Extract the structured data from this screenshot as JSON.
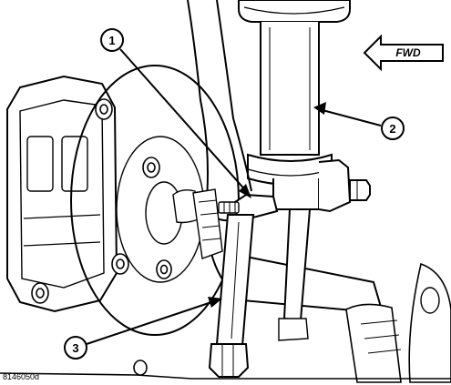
{
  "diagram": {
    "figure_id": "8146050d",
    "direction_label": "FWD",
    "callouts": [
      {
        "number": "1"
      },
      {
        "number": "2"
      },
      {
        "number": "3"
      }
    ]
  },
  "colors": {
    "ink": "#000000",
    "paper": "#ffffff"
  }
}
